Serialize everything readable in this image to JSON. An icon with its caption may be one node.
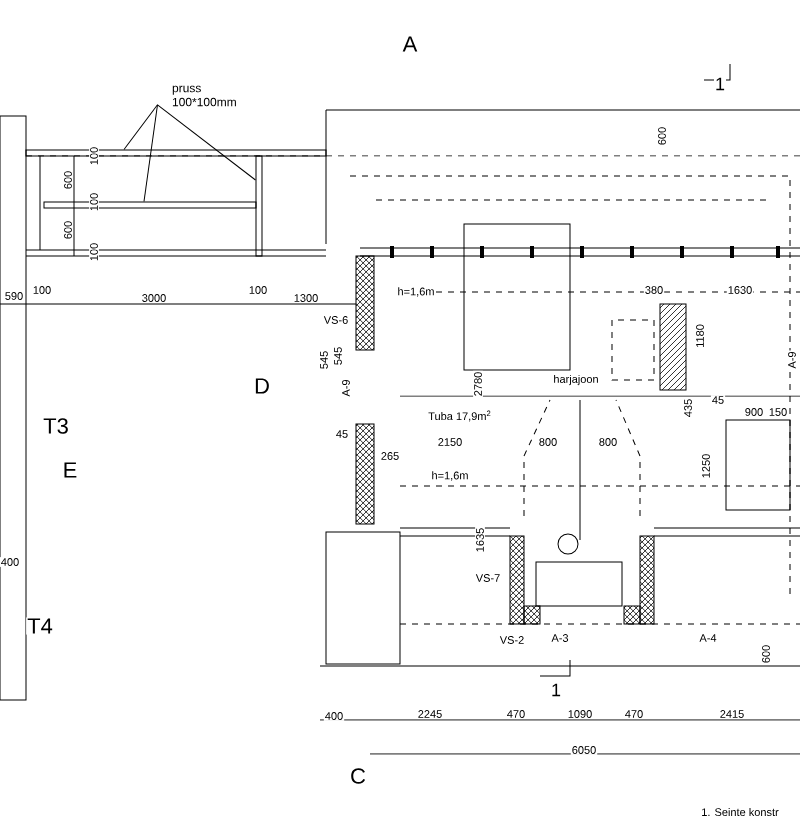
{
  "diagram": {
    "nodes": [
      {
        "text": [
          "pruss 100*100mm"
        ]
      },
      {
        "text": [],
        "shape": "bar"
      },
      {
        "text": [],
        "shape": "bar"
      },
      {
        "text": [],
        "shape": "bar"
      }
    ],
    "edges": [
      {
        "from": 0,
        "to": 1,
        "arrow": "none"
      },
      {
        "from": 0,
        "to": 2,
        "arrow": "none"
      },
      {
        "from": 0,
        "to": 3,
        "arrow": "none"
      }
    ],
    "labels": [
      "A",
      "1",
      "600",
      "100",
      "600",
      "100",
      "600",
      "100",
      "h=1,6m",
      "380",
      "1630",
      "590",
      "100",
      "3000",
      "100",
      "1300",
      "VS-6",
      "1180",
      "545",
      "545",
      "D",
      "A-9",
      "2780",
      "harjajoon",
      "435",
      "45",
      "900",
      "150",
      "A-9",
      "T3",
      "Tuba 17,9m$^{2}$",
      "E",
      "45",
      "265",
      "2150",
      "800",
      "800",
      "1250",
      "h=1,6m",
      "400",
      "1635",
      "VS-7",
      "T4",
      "VS-2",
      "A-3",
      "A-4",
      "600",
      "1",
      "400",
      "2245",
      "470",
      "1090",
      "470",
      "2415",
      "6050",
      "C",
      "1. Seinte konstr"
    ]
  }
}
